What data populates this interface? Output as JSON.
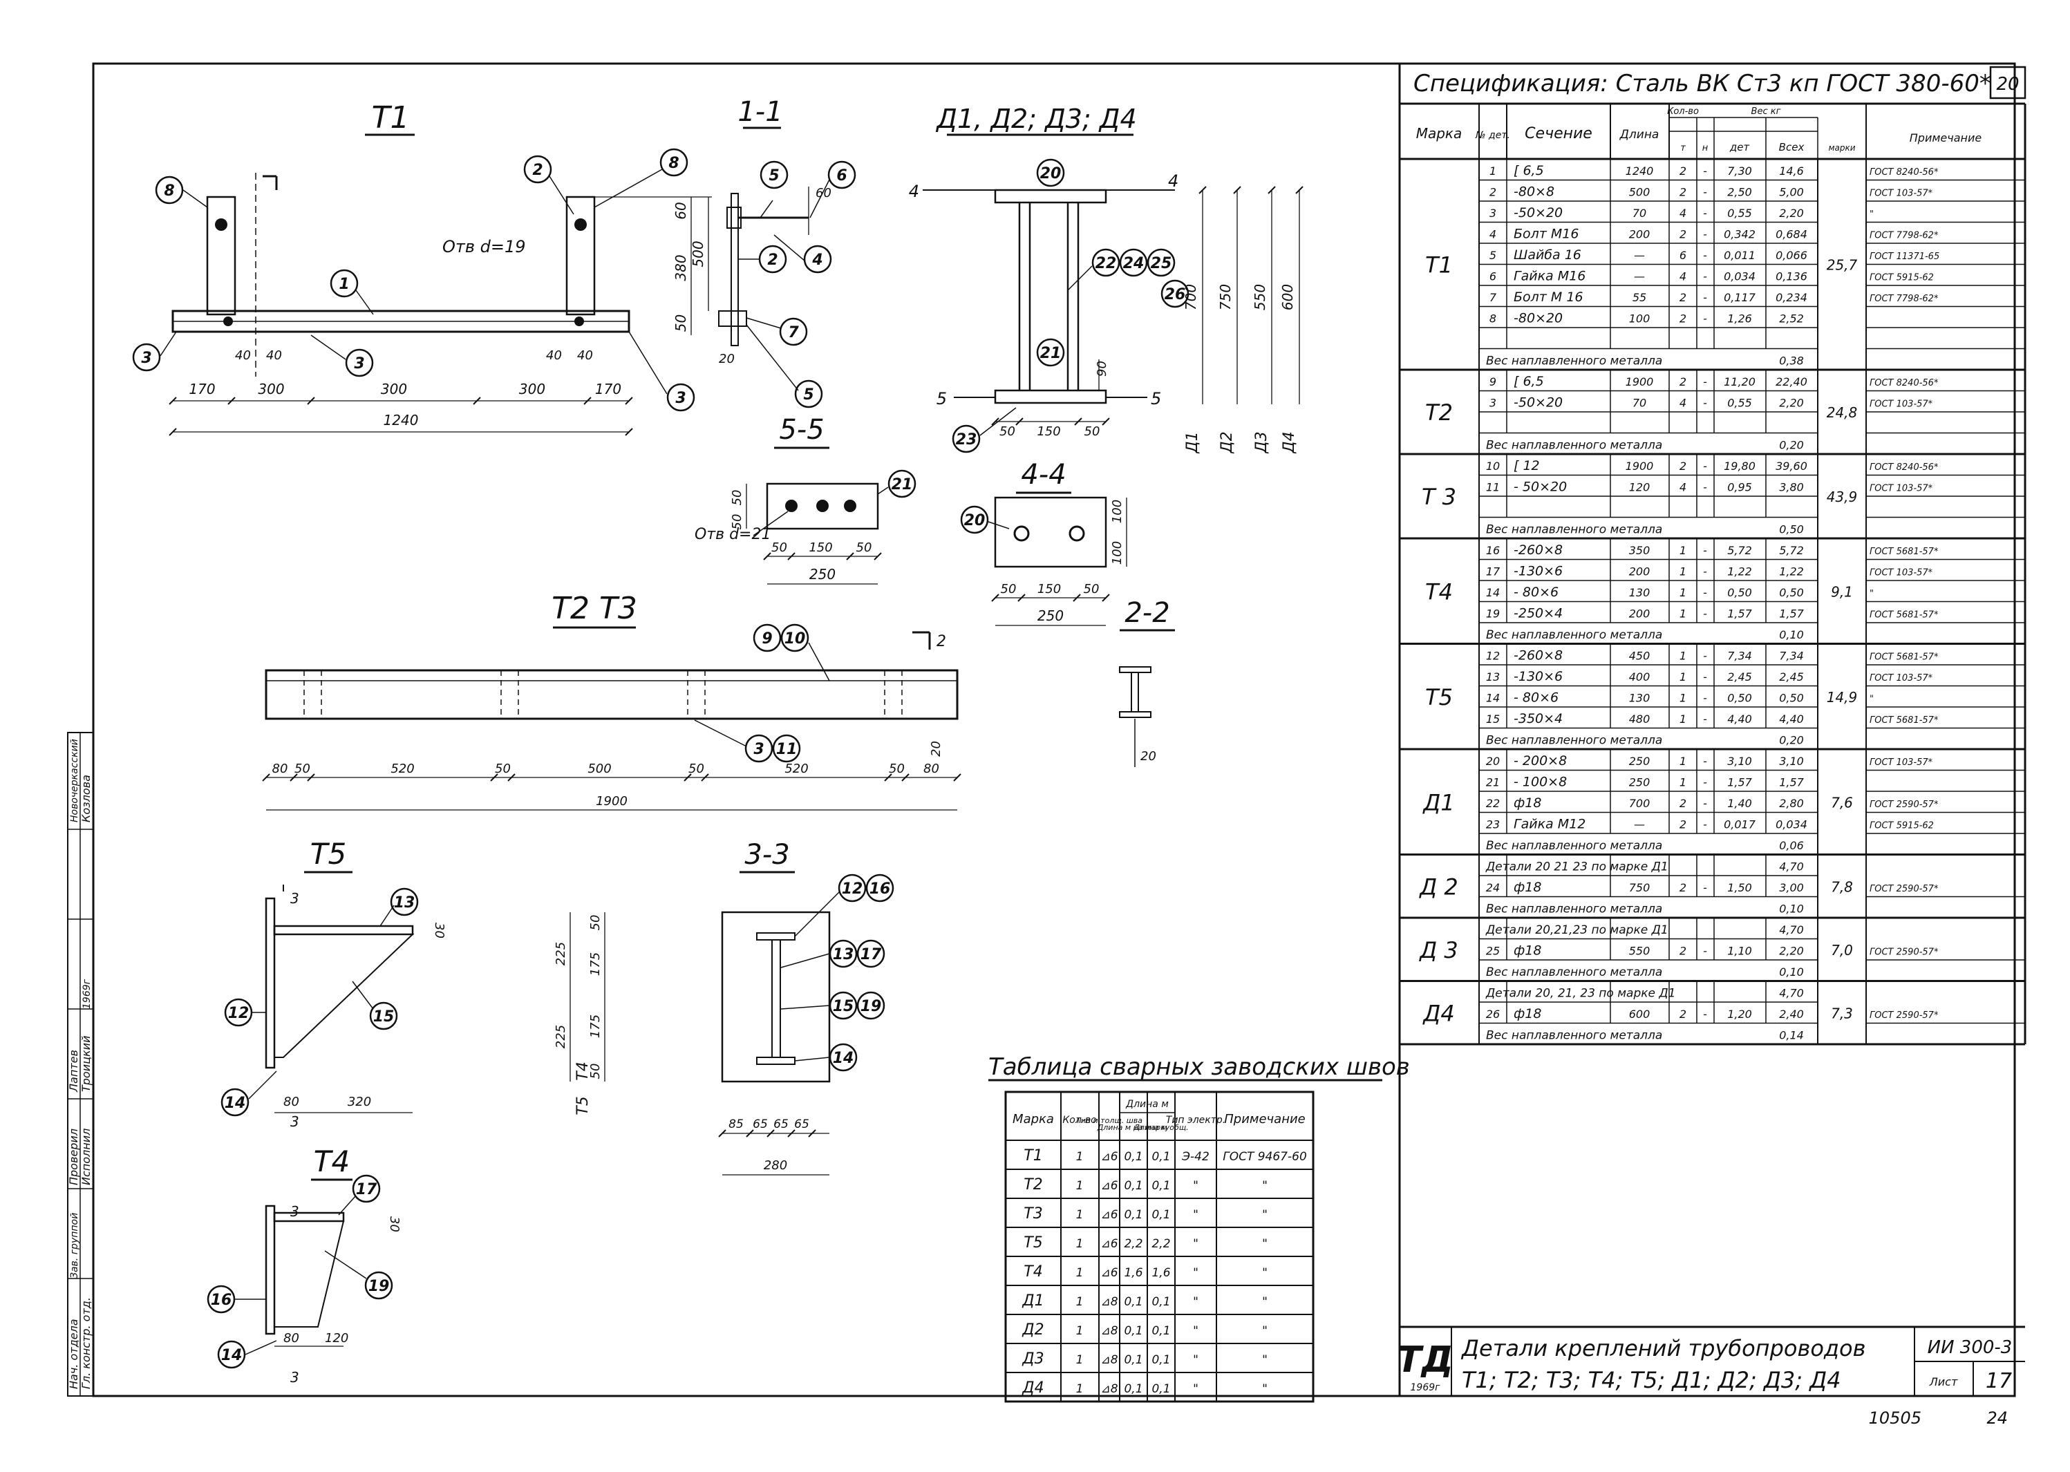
{
  "views": {
    "t1": {
      "title": "Т1",
      "hole": "Отв d=19",
      "dims_bottom": [
        "170",
        "300",
        "300",
        "300",
        "170"
      ],
      "dim_total": "1240",
      "dims_small": [
        "40",
        "40",
        "40",
        "40"
      ],
      "dims_right": [
        "60",
        "380",
        "500",
        "50"
      ],
      "callouts": [
        "8",
        "2",
        "8",
        "1",
        "3",
        "3",
        "3"
      ]
    },
    "s11": {
      "title": "1-1",
      "dims": [
        "60",
        "20"
      ],
      "callouts": [
        "5",
        "6",
        "2",
        "4",
        "7",
        "5"
      ]
    },
    "d": {
      "title": "Д1, Д2; Д3; Д4",
      "callouts": [
        "20",
        "22",
        "24",
        "25",
        "26",
        "21",
        "23"
      ],
      "dims_bottom": [
        "50",
        "150",
        "50"
      ],
      "dims_right": [
        "700",
        "750",
        "550",
        "600"
      ],
      "dim_90": "90",
      "labels_vert": [
        "Д1",
        "Д2",
        "Д3",
        "Д4"
      ],
      "cut4": "4",
      "cut5": "5"
    },
    "s55": {
      "title": "5-5",
      "hole": "Отв d=21",
      "callout": "21",
      "dims_bottom": [
        "50",
        "150",
        "50"
      ],
      "dim_total": "250",
      "dims_left": [
        "50",
        "50"
      ]
    },
    "s44": {
      "title": "4-4",
      "callout": "20",
      "dims_bottom": [
        "50",
        "150",
        "50"
      ],
      "dim_total": "250",
      "dims_right": [
        "100",
        "100"
      ]
    },
    "s22": {
      "title": "2-2",
      "dim": "20"
    },
    "t2t3": {
      "title": "Т2 Т3",
      "callouts_top": [
        "9",
        "10"
      ],
      "callouts_bottom": [
        "3",
        "11"
      ],
      "cut": "2",
      "dims_bottom": [
        "80",
        "50",
        "520",
        "50",
        "500",
        "50",
        "520",
        "50",
        "80"
      ],
      "dim_total": "1900",
      "dim_right": "20"
    },
    "t5": {
      "title": "Т5",
      "callouts": [
        "13",
        "12",
        "15",
        "14"
      ],
      "dims": [
        "30",
        "80",
        "320"
      ],
      "cut": "3"
    },
    "t4": {
      "title": "Т4",
      "callouts": [
        "17",
        "16",
        "19",
        "14"
      ],
      "dims": [
        "30",
        "80",
        "120"
      ],
      "cut": "3"
    },
    "s33": {
      "title": "3-3",
      "callouts": [
        "12",
        "16",
        "13",
        "17",
        "15",
        "19",
        "14"
      ],
      "dims_left": [
        "225",
        "225",
        "50",
        "175",
        "175",
        "50"
      ],
      "labels_left": [
        "Т5",
        "Т4"
      ],
      "dims_bottom": [
        "85",
        "65",
        "65",
        "65"
      ],
      "dim_total": "280"
    }
  },
  "weld_table": {
    "title": "Таблица сварных заводских швов",
    "headers": [
      "Марка",
      "Кол-во",
      "Тип и толщ. шва",
      "Длина м на марку",
      "Длина м общ.",
      "Тип электр.",
      "Примечание"
    ],
    "header_top_length": "Длина м",
    "rows": [
      [
        "Т1",
        "1",
        "⊿6",
        "0,1",
        "0,1",
        "Э-42",
        "ГОСТ 9467-60"
      ],
      [
        "Т2",
        "1",
        "⊿6",
        "0,1",
        "0,1",
        "\"",
        "\""
      ],
      [
        "Т3",
        "1",
        "⊿6",
        "0,1",
        "0,1",
        "\"",
        "\""
      ],
      [
        "Т5",
        "1",
        "⊿6",
        "2,2",
        "2,2",
        "\"",
        "\""
      ],
      [
        "Т4",
        "1",
        "⊿6",
        "1,6",
        "1,6",
        "\"",
        "\""
      ],
      [
        "Д1",
        "1",
        "⊿8",
        "0,1",
        "0,1",
        "\"",
        "\""
      ],
      [
        "Д2",
        "1",
        "⊿8",
        "0,1",
        "0,1",
        "\"",
        "\""
      ],
      [
        "Д3",
        "1",
        "⊿8",
        "0,1",
        "0,1",
        "\"",
        "\""
      ],
      [
        "Д4",
        "1",
        "⊿8",
        "0,1",
        "0,1",
        "\"",
        "\""
      ]
    ]
  },
  "spec": {
    "title": "Спецификация: Сталь ВК Ст3 кп ГОСТ 380-60*",
    "page_num": "20",
    "headers": {
      "mark": "Марка",
      "det": "№ дет.",
      "section": "Сечение",
      "length": "Длина",
      "qty": "Кол-во",
      "t": "т",
      "n": "н",
      "weight": "Вес кг",
      "det_w": "дет",
      "all_w": "Всех",
      "mark_w": "марки",
      "note": "Примечание"
    },
    "groups": [
      {
        "mark": "Т1",
        "total": "25,7",
        "rows": [
          [
            "1",
            "[ 6,5",
            "1240",
            "2",
            "-",
            "7,30",
            "14,6",
            "ГОСТ 8240-56*"
          ],
          [
            "2",
            "-80×8",
            "500",
            "2",
            "-",
            "2,50",
            "5,00",
            "ГОСТ 103-57*"
          ],
          [
            "3",
            "-50×20",
            "70",
            "4",
            "-",
            "0,55",
            "2,20",
            "\""
          ],
          [
            "4",
            "Болт М16",
            "200",
            "2",
            "-",
            "0,342",
            "0,684",
            "ГОСТ 7798-62*"
          ],
          [
            "5",
            "Шайба 16",
            "—",
            "6",
            "-",
            "0,011",
            "0,066",
            "ГОСТ 11371-65"
          ],
          [
            "6",
            "Гайка М16",
            "—",
            "4",
            "-",
            "0,034",
            "0,136",
            "ГОСТ 5915-62"
          ],
          [
            "7",
            "Болт М 16",
            "55",
            "2",
            "-",
            "0,117",
            "0,234",
            "ГОСТ 7798-62*"
          ],
          [
            "8",
            "-80×20",
            "100",
            "2",
            "-",
            "1,26",
            "2,52",
            ""
          ],
          [
            "",
            "",
            "",
            "",
            "",
            "",
            "",
            ""
          ]
        ],
        "weld": "Вес наплавленного металла",
        "weld_val": "0,38"
      },
      {
        "mark": "Т2",
        "total": "24,8",
        "rows": [
          [
            "9",
            "[ 6,5",
            "1900",
            "2",
            "-",
            "11,20",
            "22,40",
            "ГОСТ 8240-56*"
          ],
          [
            "3",
            "-50×20",
            "70",
            "4",
            "-",
            "0,55",
            "2,20",
            "ГОСТ 103-57*"
          ],
          [
            "",
            "",
            "",
            "",
            "",
            "",
            "",
            ""
          ]
        ],
        "weld": "Вес наплавленного металла",
        "weld_val": "0,20"
      },
      {
        "mark": "Т 3",
        "total": "43,9",
        "rows": [
          [
            "10",
            "[ 12",
            "1900",
            "2",
            "-",
            "19,80",
            "39,60",
            "ГОСТ 8240-56*"
          ],
          [
            "11",
            "- 50×20",
            "120",
            "4",
            "-",
            "0,95",
            "3,80",
            "ГОСТ 103-57*"
          ],
          [
            "",
            "",
            "",
            "",
            "",
            "",
            "",
            ""
          ]
        ],
        "weld": "Вес наплавленного металла",
        "weld_val": "0,50"
      },
      {
        "mark": "Т4",
        "total": "9,1",
        "rows": [
          [
            "16",
            "-260×8",
            "350",
            "1",
            "-",
            "5,72",
            "5,72",
            "ГОСТ 5681-57*"
          ],
          [
            "17",
            "-130×6",
            "200",
            "1",
            "-",
            "1,22",
            "1,22",
            "ГОСТ 103-57*"
          ],
          [
            "14",
            "- 80×6",
            "130",
            "1",
            "-",
            "0,50",
            "0,50",
            "\""
          ],
          [
            "19",
            "-250×4",
            "200",
            "1",
            "-",
            "1,57",
            "1,57",
            "ГОСТ 5681-57*"
          ]
        ],
        "weld": "Вес наплавленного металла",
        "weld_val": "0,10"
      },
      {
        "mark": "Т5",
        "total": "14,9",
        "rows": [
          [
            "12",
            "-260×8",
            "450",
            "1",
            "-",
            "7,34",
            "7,34",
            "ГОСТ 5681-57*"
          ],
          [
            "13",
            "-130×6",
            "400",
            "1",
            "-",
            "2,45",
            "2,45",
            "ГОСТ 103-57*"
          ],
          [
            "14",
            "- 80×6",
            "130",
            "1",
            "-",
            "0,50",
            "0,50",
            "\""
          ],
          [
            "15",
            "-350×4",
            "480",
            "1",
            "-",
            "4,40",
            "4,40",
            "ГОСТ 5681-57*"
          ]
        ],
        "weld": "Вес наплавленного металла",
        "weld_val": "0,20"
      },
      {
        "mark": "Д1",
        "total": "7,6",
        "rows": [
          [
            "20",
            "- 200×8",
            "250",
            "1",
            "-",
            "3,10",
            "3,10",
            "ГОСТ 103-57*"
          ],
          [
            "21",
            "- 100×8",
            "250",
            "1",
            "-",
            "1,57",
            "1,57",
            ""
          ],
          [
            "22",
            "ф18",
            "700",
            "2",
            "-",
            "1,40",
            "2,80",
            "ГОСТ 2590-57*"
          ],
          [
            "23",
            "Гайка М12",
            "—",
            "2",
            "-",
            "0,017",
            "0,034",
            "ГОСТ 5915-62"
          ]
        ],
        "weld": "Вес наплавленного металла",
        "weld_val": "0,06"
      },
      {
        "mark": "Д 2",
        "total": "7,8",
        "ref": "Детали 20 21 23 по марке Д1",
        "ref_val": "4,70",
        "rows": [
          [
            "24",
            "ф18",
            "750",
            "2",
            "-",
            "1,50",
            "3,00",
            "ГОСТ 2590-57*"
          ]
        ],
        "weld": "Вес наплавленного металла",
        "weld_val": "0,10"
      },
      {
        "mark": "Д 3",
        "total": "7,0",
        "ref": "Детали 20,21,23 по марке Д1",
        "ref_val": "4,70",
        "rows": [
          [
            "25",
            "ф18",
            "550",
            "2",
            "-",
            "1,10",
            "2,20",
            "ГОСТ 2590-57*"
          ]
        ],
        "weld": "Вес наплавленного металла",
        "weld_val": "0,10"
      },
      {
        "mark": "Д4",
        "total": "7,3",
        "ref": "Детали 20, 21, 23 по марке Д1",
        "ref_val": "4,70",
        "rows": [
          [
            "26",
            "ф18",
            "600",
            "2",
            "-",
            "1,20",
            "2,40",
            "ГОСТ 2590-57*"
          ]
        ],
        "weld": "Вес наплавленного металла",
        "weld_val": "0,14"
      }
    ]
  },
  "title_block": {
    "logo": "ТД",
    "year": "1969г",
    "line1": "Детали креплений трубопроводов",
    "line2": "Т1; Т2; Т3; Т4; Т5; Д1; Д2; Д3; Д4",
    "code": "ИИ 300-3",
    "sheet_label": "Лист",
    "sheet_num": "17"
  },
  "stamp": {
    "roles": [
      "Нач. отдела",
      "Гл. констр. отд.",
      "Зав. группой",
      "Проверил",
      "Исполнил"
    ],
    "names": [
      "Лаптев",
      "Троицкий",
      "Новочеркасский",
      "Козлова"
    ],
    "year": "1969г"
  },
  "footer": {
    "archive": "10505",
    "page": "24"
  }
}
